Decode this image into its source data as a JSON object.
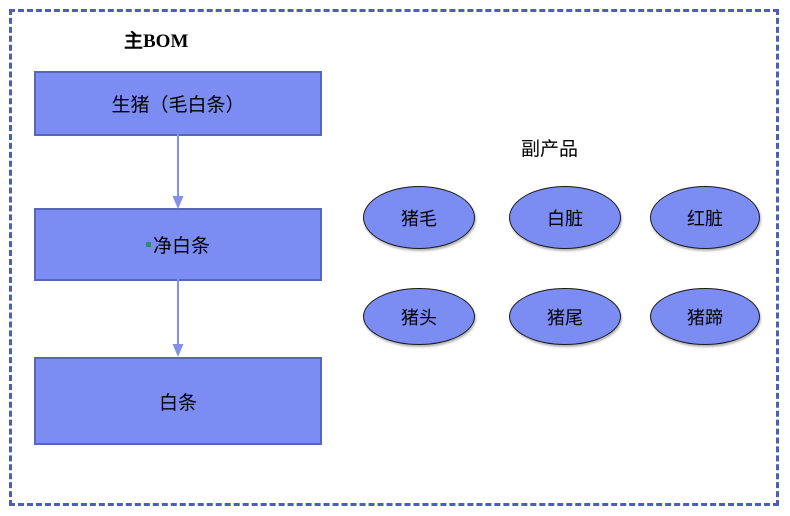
{
  "diagram": {
    "title_main": "主BOM",
    "title_byproduct": "副产品",
    "frame": {
      "style": "dashed",
      "color": "#4a5fb5"
    },
    "colors": {
      "shape_fill": "#7b8cf2",
      "rect_border": "#5567b7",
      "ellipse_border": "#1a1a1a",
      "arrow": "#8290ea",
      "bullet": "#2e8b6e",
      "text": "#000000"
    },
    "process_boxes": [
      {
        "label": "生猪（毛白条）",
        "bullet": false
      },
      {
        "label": "净白条",
        "bullet": true
      },
      {
        "label": "白条",
        "bullet": false
      }
    ],
    "arrows": [
      {
        "from": "生猪（毛白条）",
        "to": "净白条",
        "direction": "down"
      },
      {
        "from": "净白条",
        "to": "白条",
        "direction": "down"
      }
    ],
    "byproducts": [
      {
        "label": "猪毛"
      },
      {
        "label": "白脏"
      },
      {
        "label": "红脏"
      },
      {
        "label": "猪头"
      },
      {
        "label": "猪尾"
      },
      {
        "label": "猪蹄"
      }
    ]
  }
}
